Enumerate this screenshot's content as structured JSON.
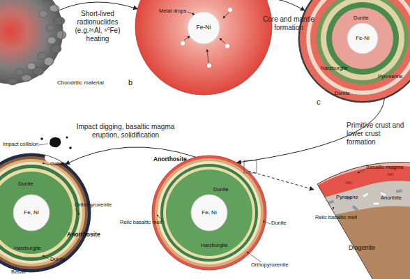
{
  "diagram": {
    "nodes": [
      {
        "text": [
          "Chondritic material"
        ]
      },
      {
        "text": [
          "b"
        ]
      },
      {
        "text": [
          "Fe-Ni"
        ],
        "in": 1
      },
      {
        "text": [
          "c"
        ]
      },
      {
        "text": [
          "Fe-Ni"
        ],
        "in": 3
      },
      {
        "text": [
          "Anorthosite"
        ]
      },
      {
        "text": [
          "Fe, Ni"
        ],
        "in": 5
      },
      {
        "text": [
          "Anorthosite"
        ]
      },
      {
        "text": [
          "Fe, Ni"
        ],
        "in": 7
      },
      {
        "text": [
          "Diogenite"
        ]
      }
    ],
    "edges": [
      {
        "from": 0,
        "to": 1,
        "arrow": "to",
        "label": "Short-lived radionuclides (e.g.²⁶Al, ⁶⁰Fe) heating"
      },
      {
        "from": 1,
        "to": 3,
        "arrow": "to",
        "label": "Core and mantle formation"
      },
      {
        "from": 3,
        "to": 7,
        "arrow": "to",
        "label": "Primitive crust and lower crust formation"
      },
      {
        "from": 7,
        "to": 9,
        "arrow": "to"
      },
      {
        "from": 7,
        "to": 5,
        "arrow": "to",
        "label": "Impact digging, basaltic magma eruption, solidification"
      }
    ],
    "labels": [
      "Metal drops",
      "Dunite",
      "Harzburgite",
      "Pyroxenite",
      "Dunite",
      "Basaltic magma",
      "Pyroxene",
      "Anorthite",
      "Relic basaltic melt",
      "Relic basaltic melt",
      "Dunite",
      "Harzburgite",
      "Dunite",
      "Orthopyroxenite",
      "Impact collision",
      "Gabbro",
      "Dunite",
      "Orthopyroxenite",
      "Harzburgite",
      "Dunite",
      "Basalt"
    ]
  }
}
